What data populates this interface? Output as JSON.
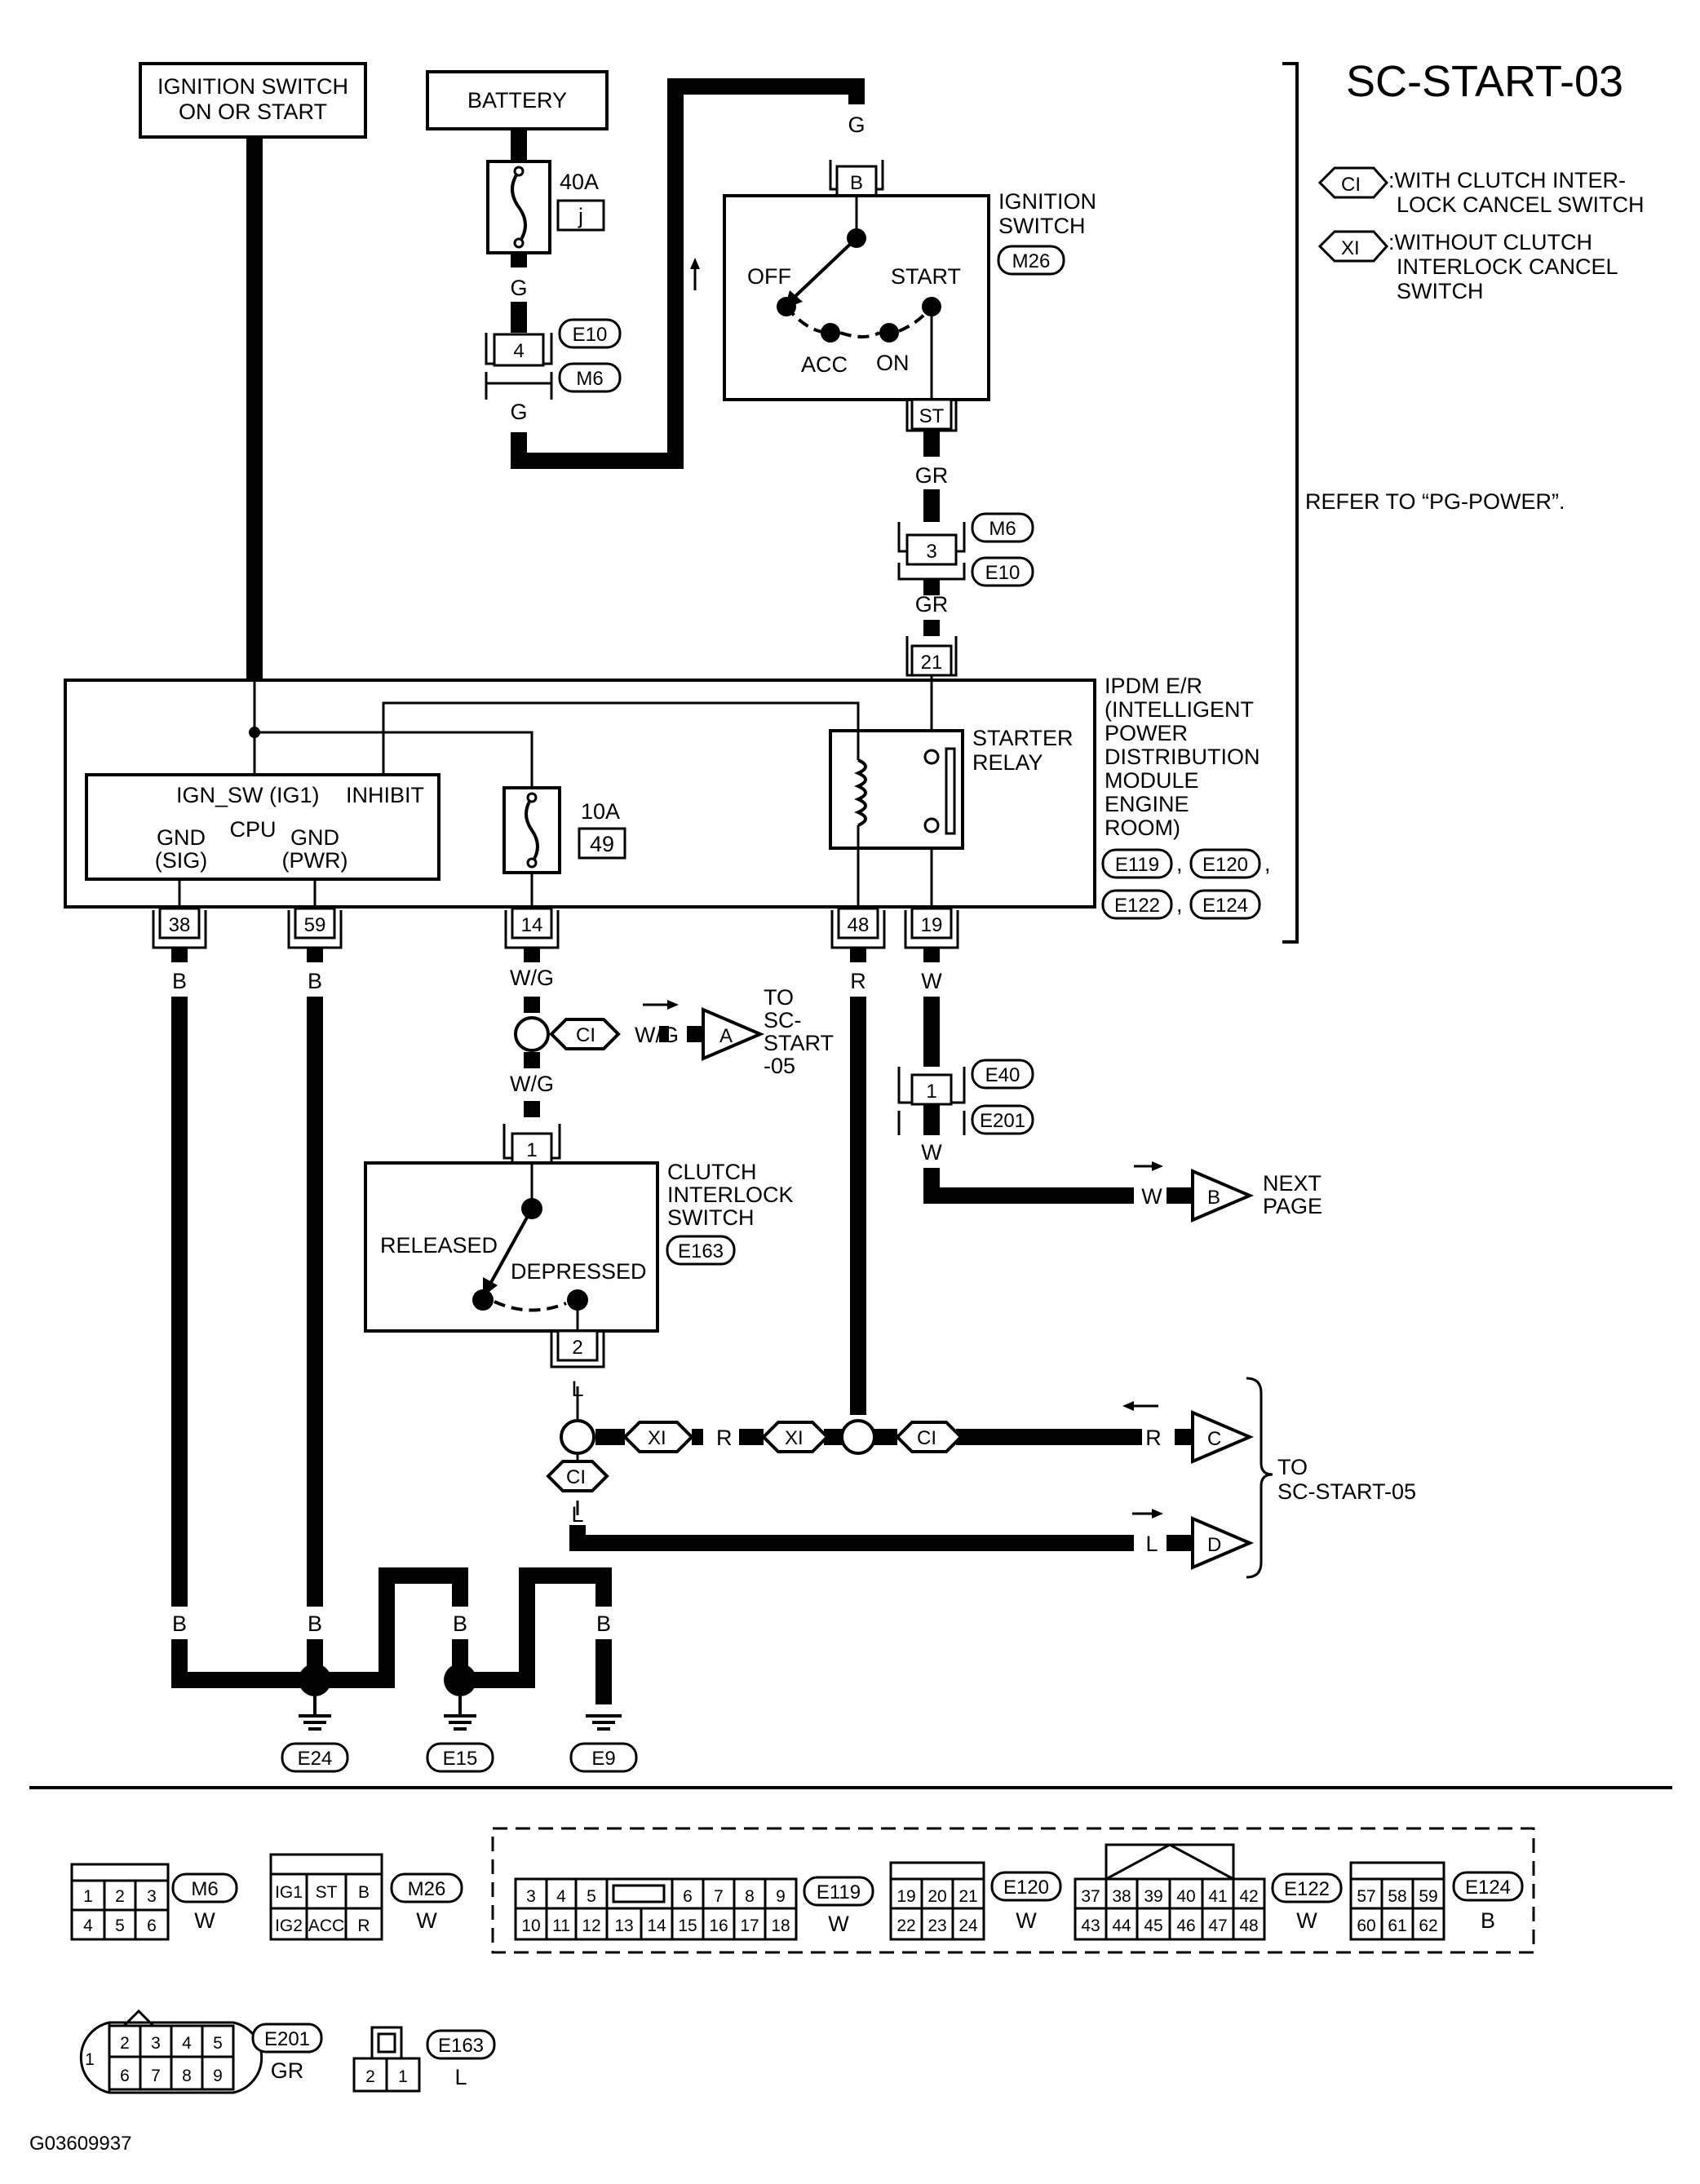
{
  "page": {
    "title": "SC-START-03",
    "footer_code": "G03609937"
  },
  "legend": {
    "ci_tag": "CI",
    "ci_line1": ":WITH CLUTCH INTER-",
    "ci_line2": "LOCK CANCEL SWITCH",
    "xi_tag": "XI",
    "xi_line1": ":WITHOUT CLUTCH",
    "xi_line2": "INTERLOCK CANCEL",
    "xi_line3": "SWITCH",
    "refer": "REFER TO  “PG-POWER”."
  },
  "sources": {
    "ignition_line1": "IGNITION SWITCH",
    "ignition_line2": "ON OR START",
    "battery": "BATTERY",
    "fuse_40a": "40A",
    "fuse_40a_id": "j"
  },
  "ignition_switch": {
    "name_line1": "IGNITION",
    "name_line2": "SWITCH",
    "connector": "M26",
    "pin_b": "B",
    "pin_st": "ST",
    "off": "OFF",
    "start": "START",
    "acc": "ACC",
    "on": "ON"
  },
  "wires": {
    "g": "G",
    "gr": "GR",
    "b": "B",
    "wg": "W/G",
    "r": "R",
    "w": "W",
    "l": "L"
  },
  "joint_connectors": {
    "e10": "E10",
    "m6": "M6",
    "pin4": "4",
    "pin3": "3",
    "e40": "E40",
    "e201": "E201",
    "pin1": "1"
  },
  "ipdm": {
    "pin21": "21",
    "name_line1": "IPDM E/R",
    "name_line2": "(INTELLIGENT",
    "name_line3": "POWER",
    "name_line4": "DISTRIBUTION",
    "name_line5": "MODULE",
    "name_line6": "ENGINE",
    "name_line7": "ROOM)",
    "conn_e119": "E119",
    "conn_e120": "E120",
    "conn_e122": "E122",
    "conn_e124": "E124",
    "comma": ",",
    "cpu_ign": "IGN_SW (IG1)",
    "cpu_inhibit": "INHIBIT",
    "cpu": "CPU",
    "gnd_sig1": "GND",
    "gnd_sig2": "(SIG)",
    "gnd_pwr1": "GND",
    "gnd_pwr2": "(PWR)",
    "fuse_10a": "10A",
    "fuse_10a_id": "49",
    "relay_line1": "STARTER",
    "relay_line2": "RELAY",
    "pin38": "38",
    "pin59": "59",
    "pin14": "14",
    "pin48": "48",
    "pin19": "19"
  },
  "offpage": {
    "a": "A",
    "b": "B",
    "c": "C",
    "d": "D",
    "to_a_line1": "TO",
    "to_a_line2": "SC-",
    "to_a_line3": "START",
    "to_a_line4": "-05",
    "next_line1": "NEXT",
    "next_line2": "PAGE",
    "to_cd_line1": "TO",
    "to_cd_line2": "SC-START-05"
  },
  "clutch_switch": {
    "name_line1": "CLUTCH",
    "name_line2": "INTERLOCK",
    "name_line3": "SWITCH",
    "connector": "E163",
    "pin1": "1",
    "pin2": "2",
    "released": "RELEASED",
    "depressed": "DEPRESSED"
  },
  "grounds": {
    "e24": "E24",
    "e15": "E15",
    "e9": "E9"
  },
  "connectors": {
    "m6": {
      "id": "M6",
      "color": "W",
      "pins": [
        "1",
        "2",
        "3",
        "4",
        "5",
        "6"
      ]
    },
    "m26": {
      "id": "M26",
      "color": "W",
      "pins": [
        "IG1",
        "ST",
        "B",
        "IG2",
        "ACC",
        "R"
      ]
    },
    "e119": {
      "id": "E119",
      "color": "W",
      "pins": [
        "3",
        "4",
        "5",
        "6",
        "7",
        "8",
        "9",
        "10",
        "11",
        "12",
        "13",
        "14",
        "15",
        "16",
        "17",
        "18"
      ]
    },
    "e120": {
      "id": "E120",
      "color": "W",
      "pins": [
        "19",
        "20",
        "21",
        "22",
        "23",
        "24"
      ]
    },
    "e122": {
      "id": "E122",
      "color": "W",
      "pins": [
        "37",
        "38",
        "39",
        "40",
        "41",
        "42",
        "43",
        "44",
        "45",
        "46",
        "47",
        "48"
      ]
    },
    "e124": {
      "id": "E124",
      "color": "B",
      "pins": [
        "57",
        "58",
        "59",
        "60",
        "61",
        "62"
      ]
    },
    "e201": {
      "id": "E201",
      "color": "GR",
      "pins": [
        "1",
        "2",
        "3",
        "4",
        "5",
        "6",
        "7",
        "8",
        "9"
      ]
    },
    "e163": {
      "id": "E163",
      "color": "L",
      "pins": [
        "2",
        "1"
      ]
    }
  }
}
